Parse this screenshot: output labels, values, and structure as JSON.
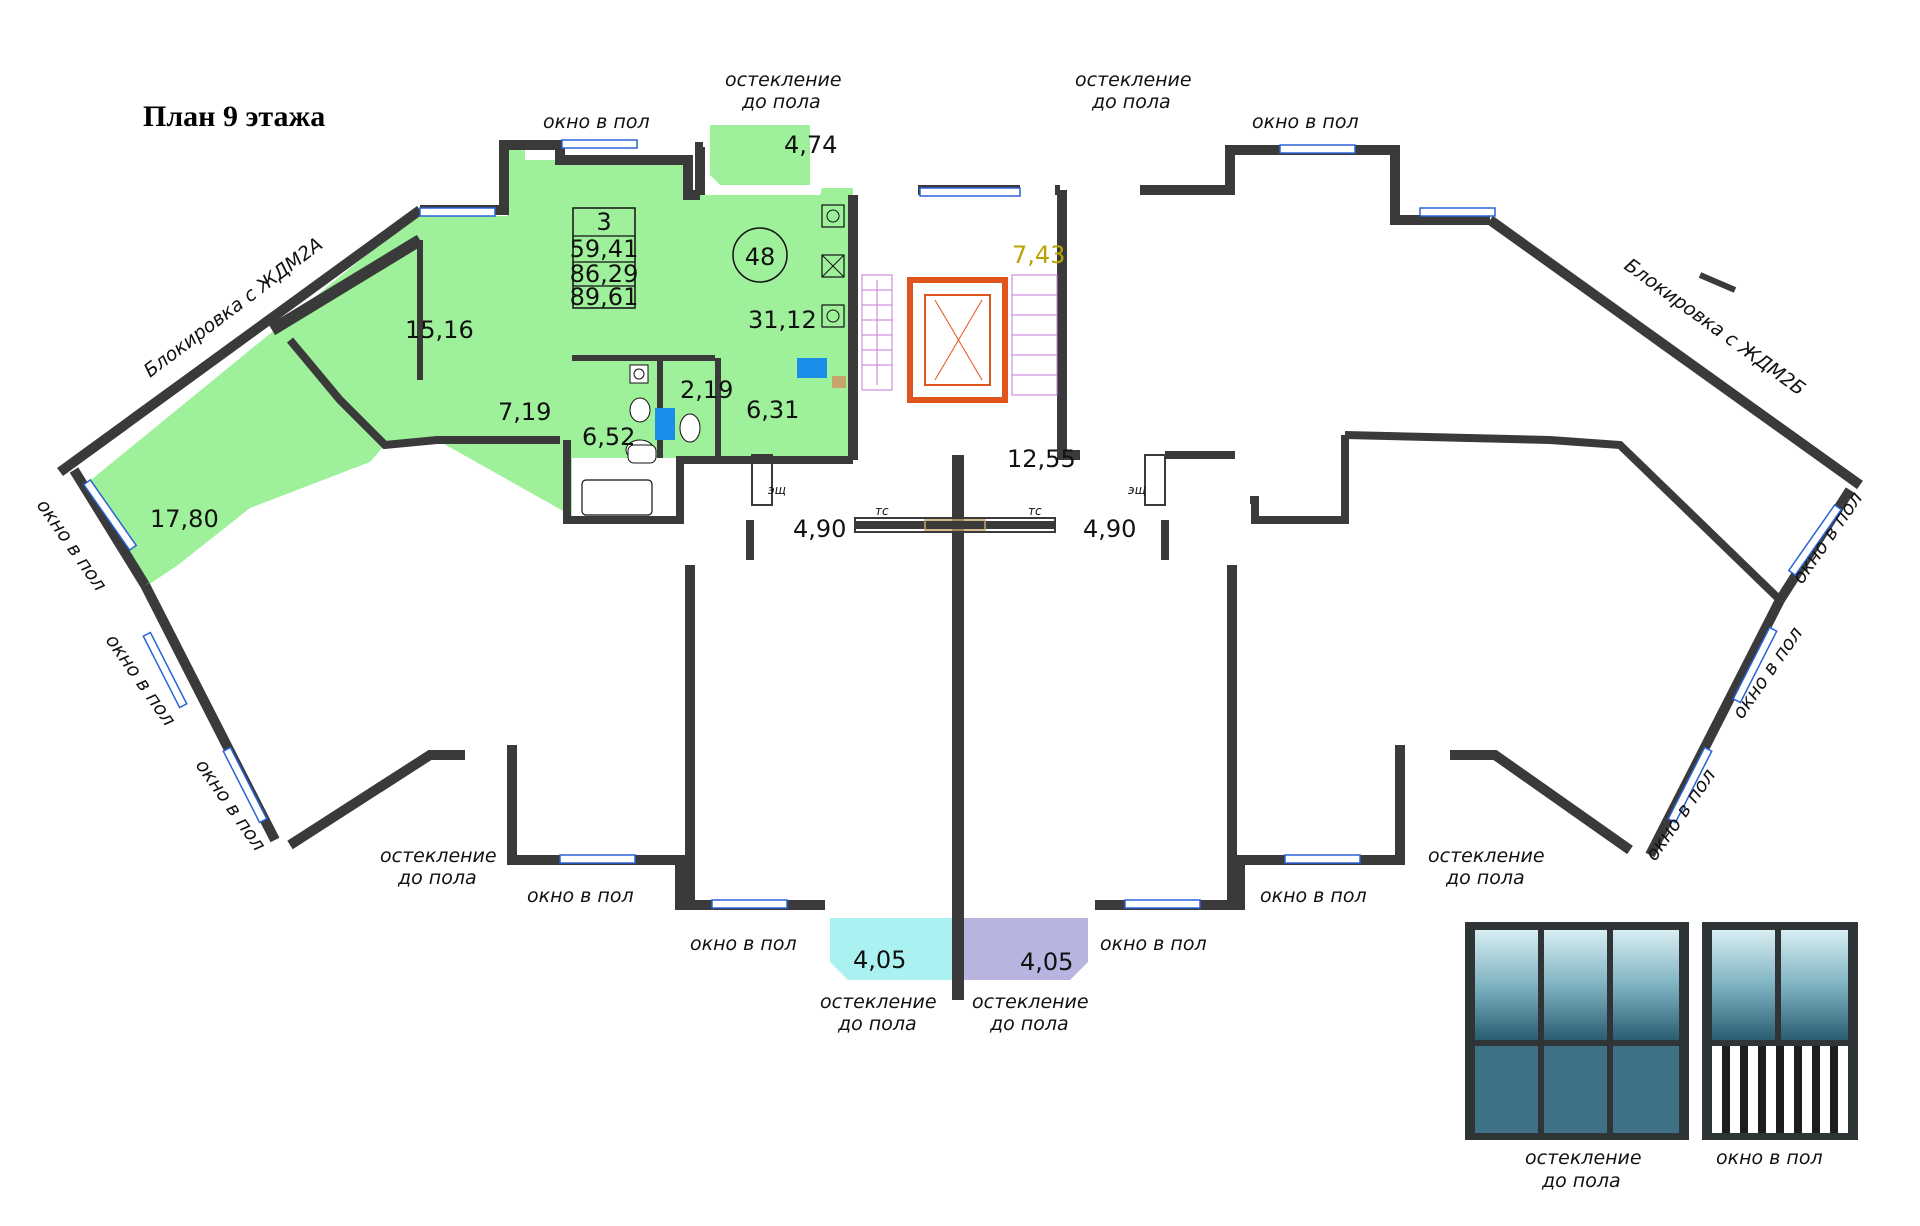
{
  "title": "План 9 этажа",
  "apartment": {
    "rooms_count": "3",
    "living_area": "59,41",
    "total_area": "86,29",
    "total_area_with_balcony": "89,61",
    "number": "48"
  },
  "rooms": {
    "balcony_top": "4,74",
    "living_room": "31,12",
    "bedroom_1": "15,16",
    "bedroom_2": "17,80",
    "hall": "7,19",
    "bathroom": "6,52",
    "wc": "2,19",
    "kitchen_corridor": "6,31",
    "staircase": "7,43",
    "lobby": "12,55",
    "vestibule_left": "4,90",
    "vestibule_right": "4,90",
    "balcony_bottom_left": "4,05",
    "balcony_bottom_right": "4,05"
  },
  "labels": {
    "window_floor": "окно в пол",
    "glazing_line1": "остекление",
    "glazing_line2": "до пола",
    "blocking_left": "Блокировка с ЖДМ2А",
    "blocking_right": "Блокировка с ЖДМ2Б",
    "esh": "эщ",
    "tc": "тс"
  },
  "legend": {
    "glazing_line1": "остекление",
    "glazing_line2": "до пола",
    "window_floor": "окно в пол"
  },
  "colors": {
    "apartment_fill": "#9ef09a",
    "balcony_left_fill": "#aaf1f2",
    "balcony_right_fill": "#b7b5e0",
    "wall": "#3a3a3a",
    "elevator": "#e0541e",
    "stairs": "#c678d8"
  }
}
